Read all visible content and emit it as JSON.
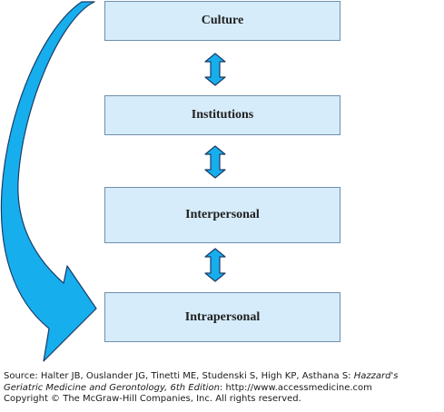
{
  "diagram": {
    "boxes": [
      {
        "label": "Culture"
      },
      {
        "label": "Institutions"
      },
      {
        "label": "Interpersonal"
      },
      {
        "label": "Intrapersonal"
      }
    ],
    "colors": {
      "box_fill": "#d6ecfa",
      "box_border": "#6e8fae",
      "arrow_fill": "#17aeee",
      "arrow_stroke": "#1a3d66"
    },
    "icons": [
      "double-headed-arrow-icon",
      "curved-arrow-icon"
    ]
  },
  "source": {
    "prefix": "Source: Halter JB, Ouslander JG, Tinetti ME, Studenski S, High KP, Asthana S: ",
    "title_part1": "Hazzard's",
    "title_part2": "Geriatric Medicine and Gerontology, 6th Edition",
    "suffix": ": http://www.accessmedicine.com",
    "copyright": "Copyright © The McGraw-Hill Companies, Inc. All rights reserved."
  }
}
